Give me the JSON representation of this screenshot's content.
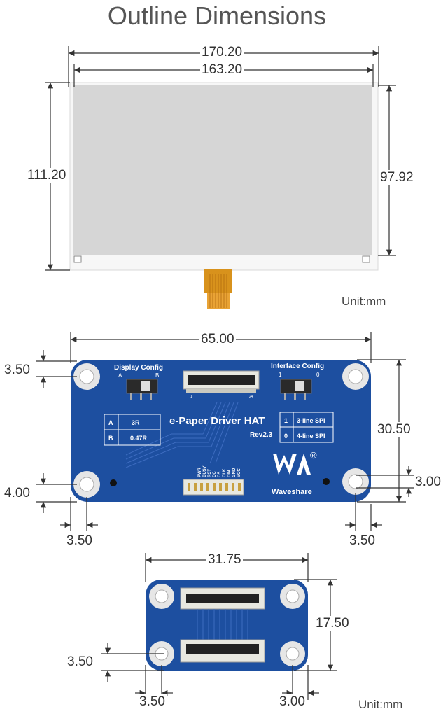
{
  "title": "Outline Dimensions",
  "display": {
    "width_outer": "170.20",
    "width_active": "163.20",
    "height_outer": "111.20",
    "height_active": "97.92",
    "unit": "Unit:mm"
  },
  "hat": {
    "width": "65.00",
    "height": "30.50",
    "hole_top": "3.50",
    "hole_bottom": "4.00",
    "hole_left": "3.50",
    "hole_right": "3.50",
    "hole_right_v": "3.00",
    "display_config_label": "Display Config",
    "interface_config_label": "Interface Config",
    "switch_a": "A",
    "switch_b": "B",
    "switch_1": "1",
    "switch_0": "0",
    "board_name": "e-Paper Driver HAT",
    "revision": "Rev2.3",
    "brand": "Waveshare",
    "registered": "®",
    "table_left": [
      [
        "A",
        "3R"
      ],
      [
        "B",
        "0.47R"
      ]
    ],
    "table_right": [
      [
        "1",
        "3-line SPI"
      ],
      [
        "0",
        "4-line SPI"
      ]
    ],
    "pins": [
      "PWR",
      "BUSY",
      "RST",
      "DC",
      "CS",
      "CLK",
      "DIN",
      "GND",
      "VCC"
    ],
    "fpc_pin_1": "1",
    "fpc_pin_24": "24"
  },
  "adapter": {
    "width": "31.75",
    "height": "17.50",
    "hole_bottom": "3.50",
    "hole_left": "3.50",
    "hole_right": "3.00",
    "unit": "Unit:mm"
  },
  "colors": {
    "pcb_blue": "#1d4fa0",
    "silkscreen": "#ffffff",
    "hole_ring": "#e6e6e6",
    "dim_line": "#333333"
  }
}
